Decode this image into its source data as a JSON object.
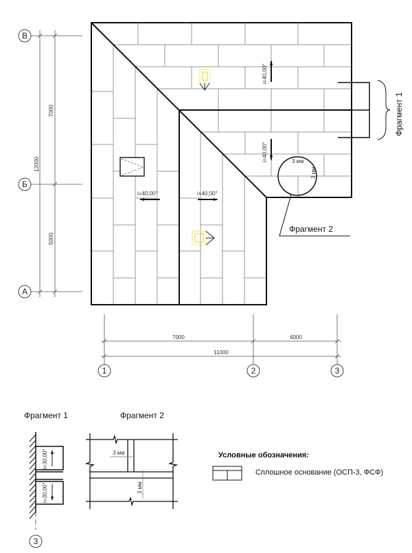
{
  "axes": {
    "rows": [
      "В",
      "Б",
      "А"
    ],
    "cols": [
      "1",
      "2",
      "3"
    ],
    "fragment_axis": "3"
  },
  "dimensions": {
    "left_total": "12000",
    "left_top": "7000",
    "left_bottom": "5000",
    "bottom_a": "7000",
    "bottom_b": "4000",
    "bottom_total": "11000"
  },
  "slopes": {
    "left": "i=40,00°",
    "middle": "i=40,00°",
    "top_up": "i=40,00°",
    "top_down": "i=40,00°",
    "frag_up": "i=30,00°",
    "frag_down": "i=30,00°"
  },
  "callouts": {
    "fragment1": "Фрагмент 1",
    "fragment2": "Фрагмент 2",
    "gap1": "3 мм",
    "gap2": "3 мм"
  },
  "fragments": {
    "title1": "Фрагмент 1",
    "title2": "Фрагмент 2",
    "gap_h": "3 мм",
    "gap_v": "3 мм"
  },
  "legend": {
    "title": "Условные обозначения:",
    "item": "Сплошное основание (ОСП-3, ФСФ)"
  },
  "colors": {
    "skylight": "#f2d600"
  }
}
